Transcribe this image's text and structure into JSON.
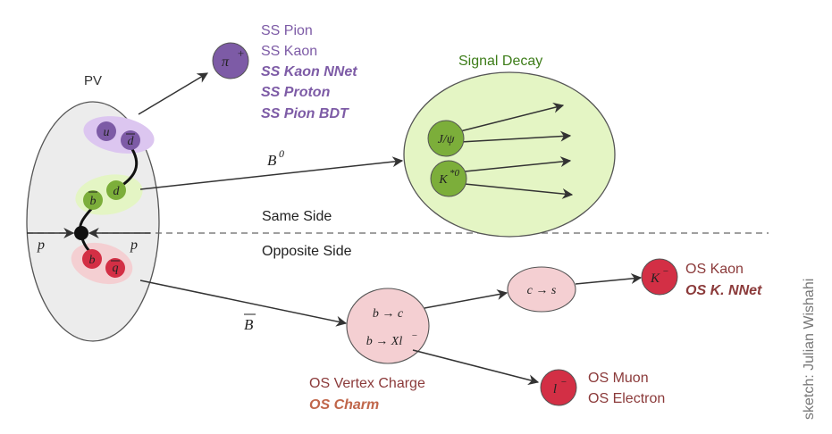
{
  "labels": {
    "pv": "PV",
    "same_side": "Same Side",
    "opposite_side": "Opposite Side",
    "signal_decay": "Signal Decay",
    "credit": "sketch: Julian Wishahi"
  },
  "particles": {
    "pion": "π",
    "pion_sup": "+",
    "u": "u",
    "dbar": "d",
    "bbar": "b",
    "d": "d",
    "b": "b",
    "qbar": "q",
    "p_left": "p",
    "p_right": "p",
    "b0": "B",
    "b0_sup": "0",
    "bbar_meson": "B",
    "jpsi": "J/ψ",
    "kstar": "K",
    "kstar_sup": "*0",
    "b_to_c": "b → c",
    "b_to_xl": "b → Xl",
    "b_to_xl_sup": "−",
    "c_to_s": "c → s",
    "kminus": "K",
    "kminus_sup": "−",
    "lminus": "l",
    "lminus_sup": "−"
  },
  "ss_taggers": [
    "SS Pion",
    "SS Kaon",
    "SS Kaon NNet",
    "SS Proton",
    "SS Pion BDT"
  ],
  "os_kaon_taggers": [
    "OS Kaon",
    "OS K. NNet"
  ],
  "os_vertex_taggers": [
    "OS Vertex Charge",
    "OS Charm"
  ],
  "os_lepton_taggers": [
    "OS Muon",
    "OS Electron"
  ],
  "colors": {
    "purple": "#7d5ba6",
    "purple_light": "#dcc6f0",
    "green": "#7cae3a",
    "green_light": "#e4f5c4",
    "red": "#d32f45",
    "red_light": "#f4cfd2",
    "dark_red": "#8b3a3a",
    "pv_fill": "#ececec"
  }
}
